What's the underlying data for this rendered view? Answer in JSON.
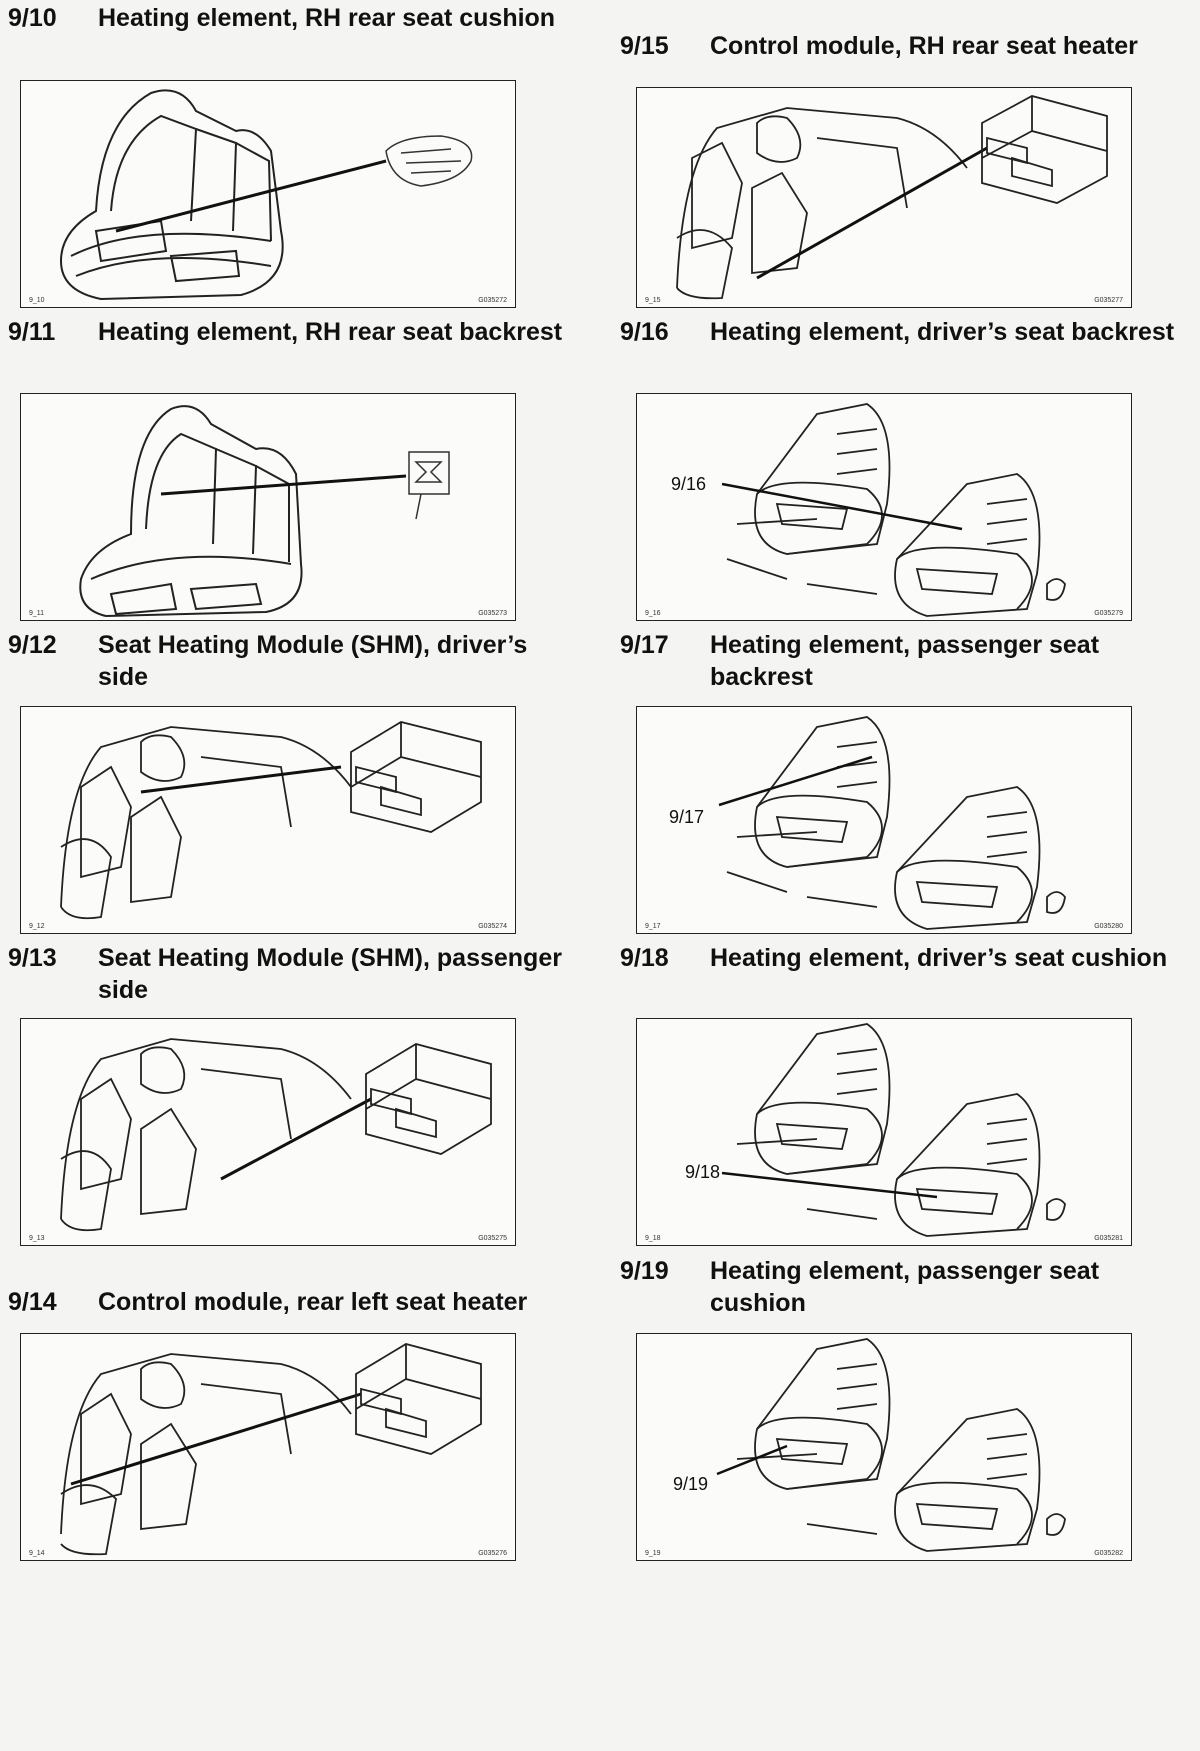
{
  "left": [
    {
      "num": "9/10",
      "title": "Heating element, RH rear seat cushion",
      "code_left": "9_10",
      "code_right": "G035272",
      "figure": "rear-seat-cushion"
    },
    {
      "num": "9/11",
      "title": "Heating element, RH rear seat backrest",
      "code_left": "9_11",
      "code_right": "G035273",
      "figure": "rear-seat-backrest"
    },
    {
      "num": "9/12",
      "title": "Seat Heating Module (SHM), driver’s side",
      "code_left": "9_12",
      "code_right": "G035274",
      "figure": "module"
    },
    {
      "num": "9/13",
      "title": "Seat Heating Module (SHM), passenger side",
      "code_left": "9_13",
      "code_right": "G035275",
      "figure": "module"
    },
    {
      "num": "9/14",
      "title": "Control module, rear left seat heater",
      "code_left": "9_14",
      "code_right": "G035276",
      "figure": "module"
    }
  ],
  "right": [
    {
      "num": "9/15",
      "title": "Control module, RH rear seat heater",
      "code_left": "9_15",
      "code_right": "G035277",
      "figure": "module"
    },
    {
      "num": "9/16",
      "title": "Heating element, driver’s seat backrest",
      "code_left": "9_16",
      "code_right": "G035279",
      "figure": "front-seats",
      "callout": "9/16"
    },
    {
      "num": "9/17",
      "title": "Heating element, passenger seat backrest",
      "code_left": "9_17",
      "code_right": "G035280",
      "figure": "front-seats",
      "callout": "9/17"
    },
    {
      "num": "9/18",
      "title": "Heating element, driver’s seat cushion",
      "code_left": "9_18",
      "code_right": "G035281",
      "figure": "front-seats",
      "callout": "9/18"
    },
    {
      "num": "9/19",
      "title": "Heating element, passenger seat cushion",
      "code_left": "9_19",
      "code_right": "G035282",
      "figure": "front-seats",
      "callout": "9/19"
    }
  ]
}
